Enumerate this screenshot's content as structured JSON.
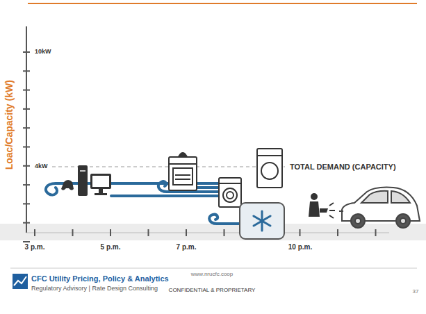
{
  "diagram": {
    "labels": [
      "Loac/Capacity (kW)",
      "10kW",
      "4kW",
      "TOTAL DEMAND (CAPACITY)",
      "3 p.m.",
      "5 p.m.",
      "7 p.m.",
      "10 p.m.",
      "CFC Utility Pricing, Policy & Analytics",
      "Regulatory Advisory | Rate Design Consulting",
      "www.nrucfc.coop",
      "CONFIDENTIAL & PROPRIETARY",
      "37"
    ]
  }
}
